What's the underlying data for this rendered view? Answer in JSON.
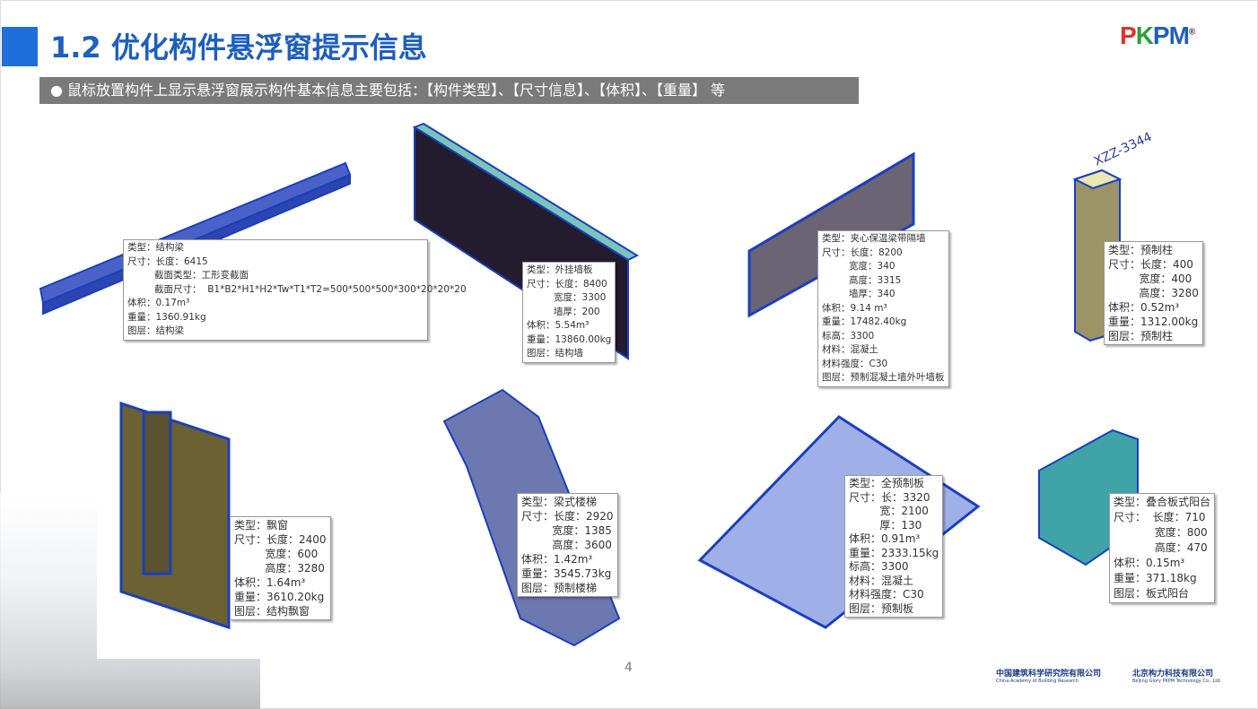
{
  "slide": {
    "title": "1.2 优化构件悬浮窗提示信息",
    "subtitle": "● 鼠标放置构件上显示悬浮窗展示构件基本信息主要包括：【构件类型】、【尺寸信息】、【体积】、【重量】 等",
    "page_number": "4"
  },
  "logo": {
    "p": "P",
    "k": "K",
    "pm": "PM",
    "reg": "®"
  },
  "footer": {
    "cabr": "中国建筑科学研究院有限公司",
    "cabr_en": "China Academy of Building Research",
    "glory": "北京构力科技有限公司",
    "glory_en": "Beijing Glory PKPM Technology Co., Ltd."
  },
  "labels": {
    "column_tag": "XZZ-3344"
  },
  "tooltips": [
    {
      "name": "beam",
      "text": "类型：结构梁\n尺寸：长度：6415\n         截面类型：工形变截面\n         截面尺寸：  B1*B2*H1*H2*Tw*T1*T2=500*500*500*300*20*20*20\n体积：0.17m³\n重量：1360.91kg\n图层：结构梁"
    },
    {
      "name": "wall-panel",
      "text": "类型：外挂墙板\n尺寸：长度：8400\n         宽度：3300\n         墙厚：200\n体积：5.54m³\n重量：13860.00kg\n图层：结构墙"
    },
    {
      "name": "sandwich-wall",
      "text": "类型：夹心保温梁带隔墙\n尺寸：长度：8200\n         宽度：340\n         高度：3315\n         墙厚：340\n体积：9.14 m³\n重量：17482.40kg\n标高：3300\n材料：混凝土\n材料强度：C30\n图层：预制混凝土墙外叶墙板"
    },
    {
      "name": "column",
      "text": "类型：预制柱\n尺寸：长度：400\n         宽度：400\n         高度：3280\n体积：0.52m³\n重量：1312.00kg\n图层：预制柱"
    },
    {
      "name": "bay-window",
      "text": "类型：飘窗\n尺寸：长度：2400\n         宽度：600\n         高度：3280\n体积：1.64m³\n重量：3610.20kg\n图层：结构飘窗"
    },
    {
      "name": "stair",
      "text": "类型：梁式楼梯\n尺寸：长度：2920\n         宽度：1385\n         高度：3600\n体积：1.42m³\n重量：3545.73kg\n图层：预制楼梯"
    },
    {
      "name": "slab",
      "text": "类型：全预制板\n尺寸：长：3320\n         宽：2100\n         厚：130\n体积：0.91m³\n重量：2333.15kg\n标高：3300\n材料：混凝土\n材料强度：C30\n图层：预制板"
    },
    {
      "name": "balcony",
      "text": "类型：叠合板式阳台\n尺寸：  长度：710\n            宽度：800\n            高度：470\n体积：0.15m³\n重量：371.18kg\n图层：板式阳台"
    }
  ]
}
